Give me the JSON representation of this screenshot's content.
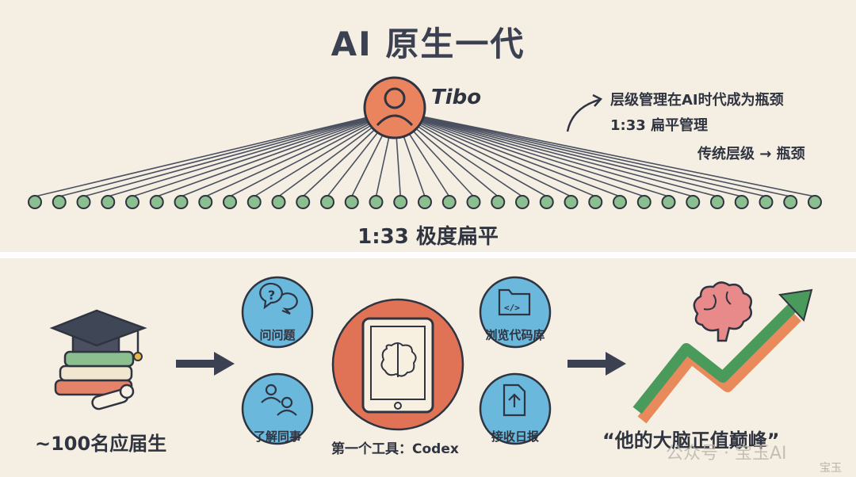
{
  "top": {
    "title": "AI 原生一代",
    "ceo_name": "Tibo",
    "annotation_line1": "层级管理在AI时代成为瓶颈",
    "annotation_line2": "1:33 扁平管理",
    "annotation_line3": "传统层级 → 瓶颈",
    "flat_label": "1:33 极度扁平",
    "report_count": 33,
    "colors": {
      "ceo": "#e9845e",
      "report": "#8cbf8f",
      "line": "#4a5060"
    }
  },
  "bottom": {
    "grads_label": "~100名应届生",
    "tool_label": "第一个工具：Codex",
    "bubbles": [
      {
        "label": "问问题",
        "icon": "question-chat-icon"
      },
      {
        "label": "了解同事",
        "icon": "people-icon"
      },
      {
        "label": "浏览代码库",
        "icon": "code-folder-icon"
      },
      {
        "label": "接收日报",
        "icon": "upload-doc-icon"
      }
    ],
    "quote": "“他的大脑正值巅峰”",
    "colors": {
      "bubble": "#6ab8dc",
      "tool": "#e07356",
      "arrow": "#3b4150",
      "trend_green": "#4a9a5c",
      "trend_orange": "#e88a5c"
    }
  },
  "watermark": {
    "line1": "公众号 · 宝玉AI",
    "line2": "宝玉"
  }
}
